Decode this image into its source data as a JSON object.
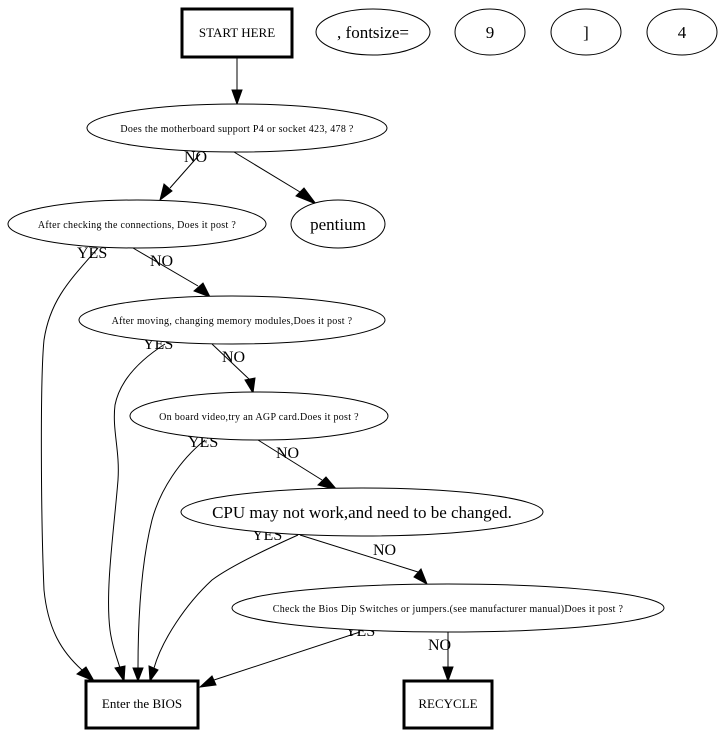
{
  "diagram": {
    "type": "flowchart",
    "nodes": {
      "start": {
        "label": "START HERE",
        "shape": "box"
      },
      "fontsize": {
        "label": ", fontsize=",
        "shape": "ellipse"
      },
      "nine": {
        "label": "9",
        "shape": "ellipse"
      },
      "bracket": {
        "label": "]",
        "shape": "ellipse"
      },
      "four": {
        "label": "4",
        "shape": "ellipse"
      },
      "q_motherboard": {
        "label": "Does the motherboard support P4 or socket 423, 478 ?",
        "shape": "ellipse"
      },
      "q_connections": {
        "label": "After checking the connections, Does it post ?",
        "shape": "ellipse"
      },
      "pentium": {
        "label": "pentium",
        "shape": "ellipse"
      },
      "q_memory": {
        "label": "After moving, changing memory modules,Does it post ?",
        "shape": "ellipse"
      },
      "q_video": {
        "label": "On board video,try an AGP card.Does it post ?",
        "shape": "ellipse"
      },
      "cpu": {
        "label": "CPU may not work,and need to be changed.",
        "shape": "ellipse"
      },
      "q_bios_switch": {
        "label": "Check the Bios Dip Switches or jumpers.(see manufacturer manual)Does it post ?",
        "shape": "ellipse"
      },
      "bios": {
        "label": "Enter the BIOS",
        "shape": "box"
      },
      "recycle": {
        "label": "RECYCLE",
        "shape": "box"
      }
    },
    "edges": [
      {
        "from": "start",
        "to": "q_motherboard",
        "label": ""
      },
      {
        "from": "q_motherboard",
        "to": "q_connections",
        "label": "NO"
      },
      {
        "from": "q_motherboard",
        "to": "pentium",
        "label": ""
      },
      {
        "from": "q_connections",
        "to": "bios",
        "label": "YES"
      },
      {
        "from": "q_connections",
        "to": "q_memory",
        "label": "NO"
      },
      {
        "from": "q_memory",
        "to": "bios",
        "label": "YES"
      },
      {
        "from": "q_memory",
        "to": "q_video",
        "label": "NO"
      },
      {
        "from": "q_video",
        "to": "bios",
        "label": "YES"
      },
      {
        "from": "q_video",
        "to": "cpu",
        "label": "NO"
      },
      {
        "from": "cpu",
        "to": "bios",
        "label": "YES"
      },
      {
        "from": "cpu",
        "to": "q_bios_switch",
        "label": "NO"
      },
      {
        "from": "q_bios_switch",
        "to": "bios",
        "label": "YES"
      },
      {
        "from": "q_bios_switch",
        "to": "recycle",
        "label": "NO"
      }
    ]
  }
}
